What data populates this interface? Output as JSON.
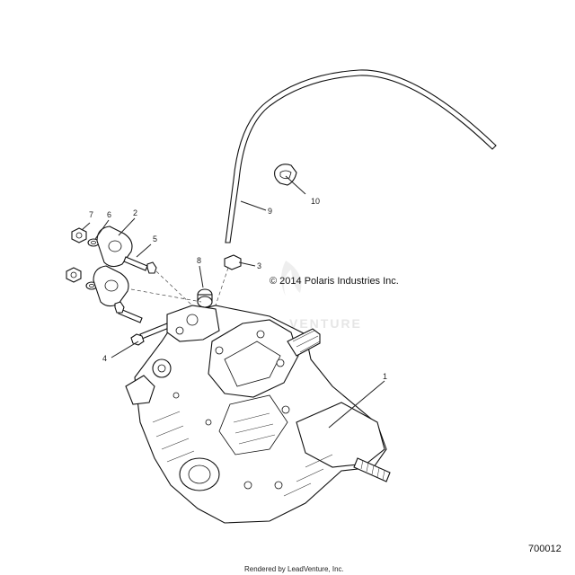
{
  "callouts": [
    {
      "id": "1",
      "label": "1"
    },
    {
      "id": "2",
      "label": "2"
    },
    {
      "id": "3",
      "label": "3"
    },
    {
      "id": "4",
      "label": "4"
    },
    {
      "id": "5",
      "label": "5"
    },
    {
      "id": "6",
      "label": "6"
    },
    {
      "id": "7",
      "label": "7"
    },
    {
      "id": "8",
      "label": "8"
    },
    {
      "id": "9",
      "label": "9"
    },
    {
      "id": "10",
      "label": "10"
    }
  ],
  "copyright": "© 2014 Polaris Industries Inc.",
  "watermark": "VENTURE",
  "diagram_number": "700012",
  "rendered_by": "Rendered by LeadVenture, Inc."
}
